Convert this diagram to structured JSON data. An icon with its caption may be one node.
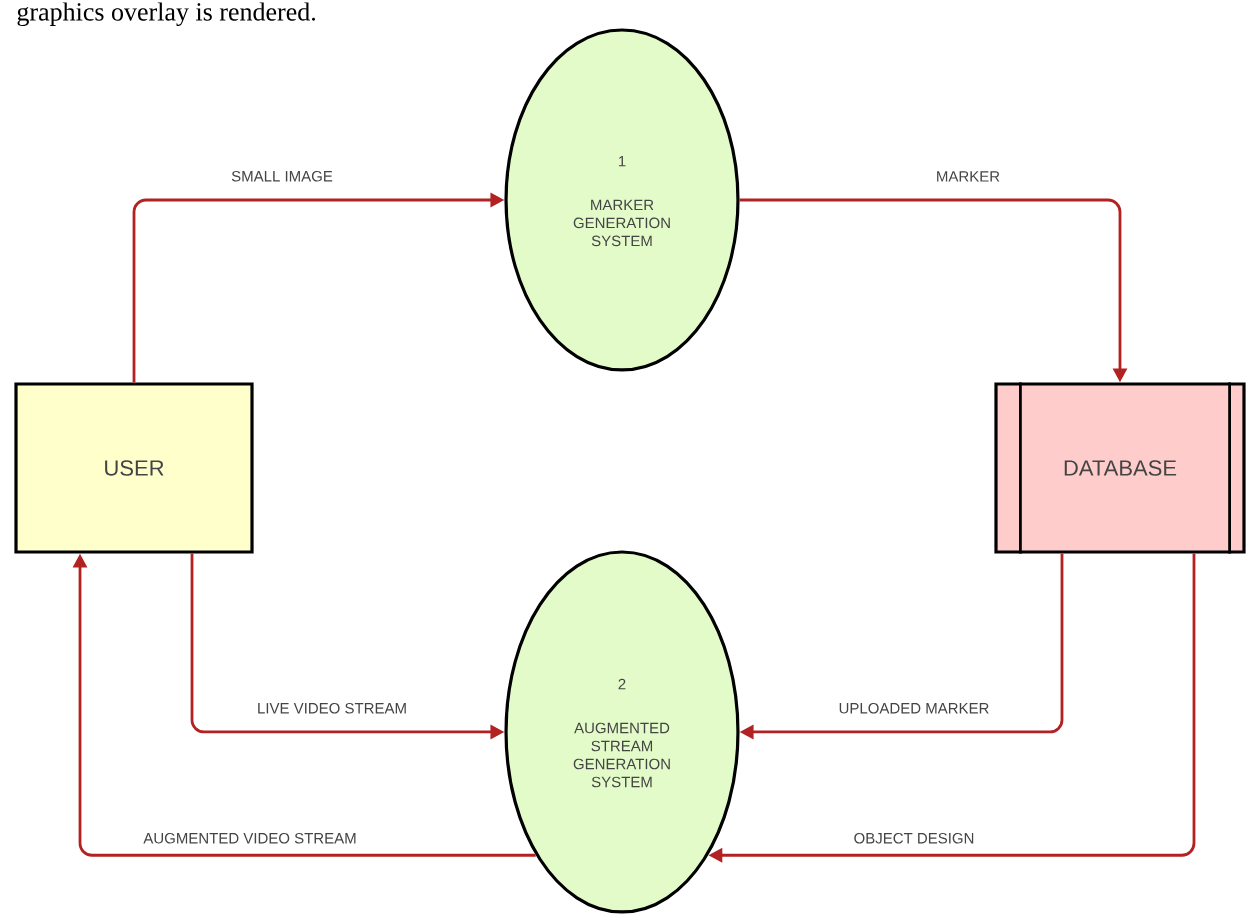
{
  "diagram": {
    "nodes": [
      {
        "text": [
          "USER"
        ]
      },
      {
        "text": [
          "1",
          "MARKER GENERATION SYSTEM"
        ]
      },
      {
        "text": [
          "DATABASE"
        ]
      },
      {
        "text": [
          "2",
          "AUGMENTED STREAM GENERATION SYSTEM"
        ]
      }
    ],
    "edges": [
      {
        "from": 0,
        "to": 1,
        "arrow": "to",
        "label": "SMALL IMAGE"
      },
      {
        "from": 1,
        "to": 2,
        "arrow": "to",
        "label": "MARKER"
      },
      {
        "from": 0,
        "to": 3,
        "arrow": "to",
        "label": "LIVE VIDEO STREAM"
      },
      {
        "from": 2,
        "to": 3,
        "arrow": "to",
        "label": "UPLOADED MARKER"
      },
      {
        "from": 3,
        "to": 0,
        "arrow": "to",
        "label": "AUGMENTED VIDEO STREAM"
      },
      {
        "from": 2,
        "to": 3,
        "arrow": "to",
        "label": "OBJECT DESIGN"
      }
    ],
    "labels": [
      "graphics overlay is rendered."
    ]
  }
}
